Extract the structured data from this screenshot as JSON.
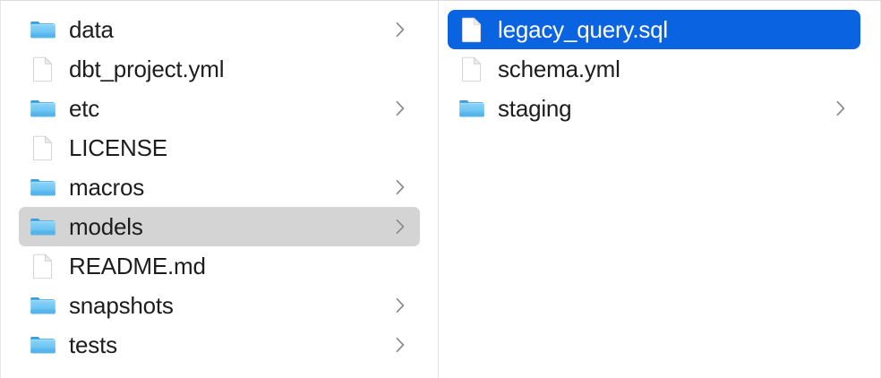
{
  "app": {
    "name": "Finder",
    "view_mode": "column",
    "colors": {
      "selection_active": "#0a63e0",
      "selection_inactive": "#d4d4d4",
      "folder_icon": "#4eb3f0",
      "text": "#1d1d1f",
      "text_selected": "#ffffff",
      "chevron": "#8a8a8e",
      "divider": "#e2e2e2",
      "background": "#ffffff"
    }
  },
  "columns": [
    {
      "name": "project-root-column",
      "items": [
        {
          "label": "data",
          "kind": "folder",
          "icon": "folder-icon",
          "chevron": true,
          "selected": false,
          "selection_style": "none"
        },
        {
          "label": "dbt_project.yml",
          "kind": "document",
          "icon": "document-icon",
          "chevron": false,
          "selected": false,
          "selection_style": "none"
        },
        {
          "label": "etc",
          "kind": "folder",
          "icon": "folder-icon",
          "chevron": true,
          "selected": false,
          "selection_style": "none"
        },
        {
          "label": "LICENSE",
          "kind": "document",
          "icon": "document-icon",
          "chevron": false,
          "selected": false,
          "selection_style": "none"
        },
        {
          "label": "macros",
          "kind": "folder",
          "icon": "folder-icon",
          "chevron": true,
          "selected": false,
          "selection_style": "none"
        },
        {
          "label": "models",
          "kind": "folder",
          "icon": "folder-icon",
          "chevron": true,
          "selected": true,
          "selection_style": "inactive"
        },
        {
          "label": "README.md",
          "kind": "document",
          "icon": "document-icon",
          "chevron": false,
          "selected": false,
          "selection_style": "none"
        },
        {
          "label": "snapshots",
          "kind": "folder",
          "icon": "folder-icon",
          "chevron": true,
          "selected": false,
          "selection_style": "none"
        },
        {
          "label": "tests",
          "kind": "folder",
          "icon": "folder-icon",
          "chevron": true,
          "selected": false,
          "selection_style": "none"
        }
      ]
    },
    {
      "name": "models-folder-column",
      "items": [
        {
          "label": "legacy_query.sql",
          "kind": "document",
          "icon": "document-icon",
          "chevron": false,
          "selected": true,
          "selection_style": "active"
        },
        {
          "label": "schema.yml",
          "kind": "document",
          "icon": "document-icon",
          "chevron": false,
          "selected": false,
          "selection_style": "none"
        },
        {
          "label": "staging",
          "kind": "folder",
          "icon": "folder-icon",
          "chevron": true,
          "selected": false,
          "selection_style": "none"
        }
      ]
    }
  ]
}
